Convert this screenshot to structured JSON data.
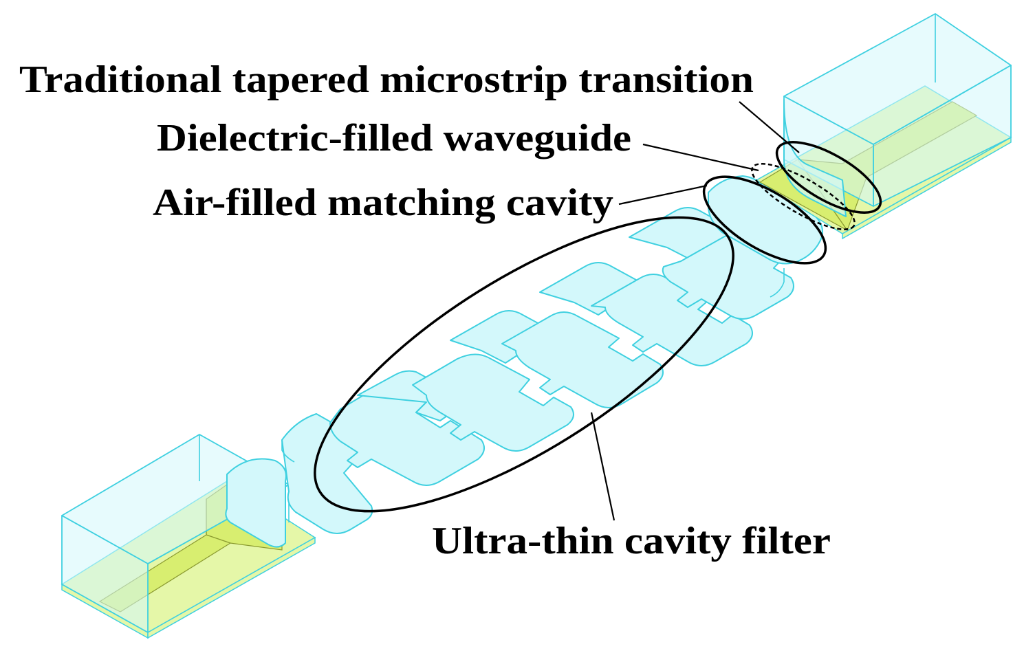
{
  "labels": {
    "transition": "Traditional tapered microstrip transition",
    "dfw": "Dielectric-filled waveguide",
    "matching": "Air-filled matching cavity",
    "filter": "Ultra-thin cavity filter"
  },
  "colors": {
    "cavity_fill": "#d3f8fb",
    "cavity_edge": "#3fd0e0",
    "substrate_fill": "#e5f7a8",
    "microstrip_fill": "#d8ee70",
    "annotation": "#000000"
  }
}
